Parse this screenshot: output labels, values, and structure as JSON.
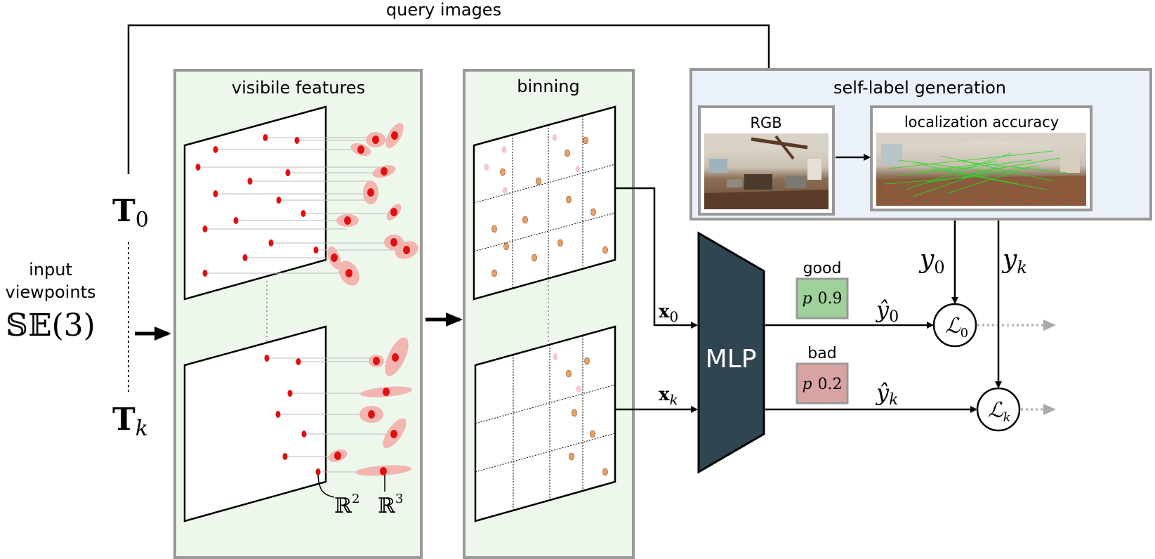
{
  "labels": {
    "query_images": "query images",
    "visible_features": "visibile features",
    "binning": "binning",
    "self_label_generation": "self-label generation",
    "rgb": "RGB",
    "localization_accuracy": "localization accuracy",
    "input": "input",
    "viewpoints": "viewpoints",
    "se3": "𝕊𝔼(3)",
    "T0_main": "T",
    "T0_sub": "0",
    "Tk_main": "T",
    "Tk_sub": "k",
    "mlp": "MLP",
    "x0_main": "x",
    "x0_sub": "0",
    "xk_main": "x",
    "xk_sub": "k",
    "y0_main": "y",
    "y0_sub": "0",
    "yk_main": "y",
    "yk_sub": "k",
    "yhat0_main": "ŷ",
    "yhat0_sub": "0",
    "yhatk_main": "ŷ",
    "yhatk_sub": "k",
    "L0_main": "ℒ",
    "L0_sub": "0",
    "Lk_main": "ℒ",
    "Lk_sub": "k",
    "r2": "ℝ",
    "r2_sup": "2",
    "r3": "ℝ",
    "r3_sup": "3",
    "good": "good",
    "bad": "bad",
    "p_good_symbol": "p",
    "p_good_value": "0.9",
    "p_bad_symbol": "p",
    "p_bad_value": "0.2"
  },
  "colors": {
    "panel_fill": "#eef7ec",
    "panel_border": "#999999",
    "selflabel_fill": "#eaf1f8",
    "mlp_fill": "#2f4552",
    "good_fill": "#9fd19a",
    "bad_fill": "#d9a3a3",
    "feature_red": "#e01010",
    "feature_halo": "#f2b5b0",
    "bin_orange": "#ec9f64",
    "bin_pink": "#f3c9cf",
    "arrow_gray": "#aaaaaa"
  }
}
